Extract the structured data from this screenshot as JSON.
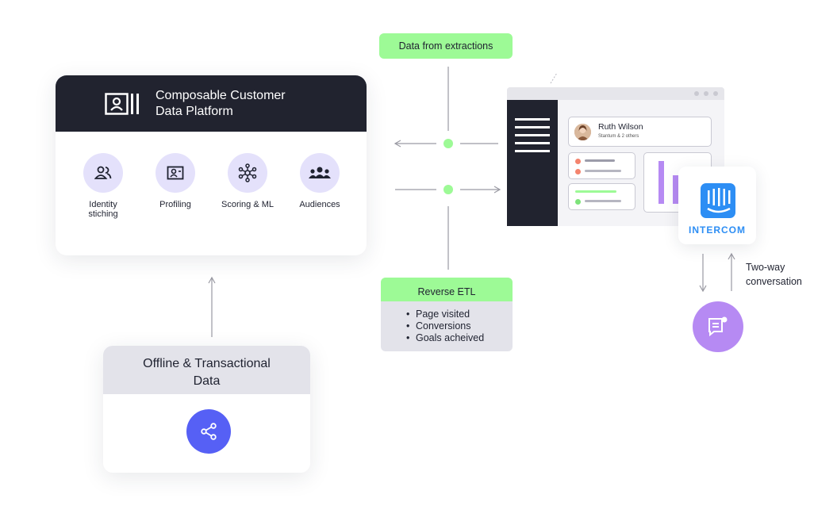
{
  "cdp": {
    "title_line1": "Composable Customer",
    "title_line2": "Data Platform",
    "features": [
      {
        "label_line1": "Identity",
        "label_line2": "stiching",
        "icon": "users-icon"
      },
      {
        "label_line1": "Profiling",
        "label_line2": "",
        "icon": "profile-card-icon"
      },
      {
        "label_line1": "Scoring & ML",
        "label_line2": "",
        "icon": "network-icon"
      },
      {
        "label_line1": "Audiences",
        "label_line2": "",
        "icon": "group-icon"
      }
    ]
  },
  "offline": {
    "title_line1": "Offline & Transactional",
    "title_line2": "Data",
    "icon": "share-icon"
  },
  "extractions": {
    "label": "Data from extractions"
  },
  "reverse_etl": {
    "title": "Reverse ETL",
    "items": [
      "Page visited",
      "Conversions",
      "Goals acheived"
    ]
  },
  "intercom_window": {
    "user_name": "Ruth Wilson",
    "user_sub": "Stantum & 2 others"
  },
  "intercom": {
    "brand": "INTERCOM",
    "icon": "intercom-logo-icon"
  },
  "conversation": {
    "line1": "Two-way",
    "line2": "conversation",
    "icon": "chat-icon"
  },
  "colors": {
    "dark": "#21232f",
    "green": "#9dfa96",
    "lavender": "#e4e1fb",
    "blue_purple": "#5660f5",
    "intercom_blue": "#2d8ef4",
    "purple": "#b68af3",
    "grey_panel": "#e3e3ea"
  }
}
